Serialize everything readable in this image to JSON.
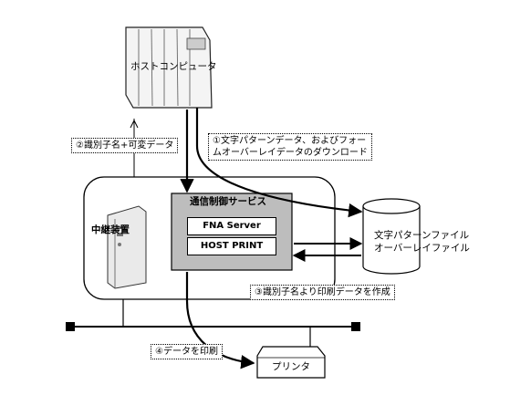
{
  "host": {
    "label": "ホストコンピュータ"
  },
  "relay": {
    "label": "中継装置"
  },
  "service": {
    "title": "通信制御サービス",
    "items": [
      "FNA Server",
      "HOST PRINT"
    ]
  },
  "file": {
    "line1": "文字パターンファイル",
    "line2": "オーバーレイファイル"
  },
  "printer": {
    "label": "プリンタ"
  },
  "steps": {
    "s1_line1": "①文字パターンデータ、およびフォー",
    "s1_line2": "ムオーバーレイデータのダウンロード",
    "s2": "②識別子名+可変データ",
    "s3": "③識別子名より印刷データを作成",
    "s4": "④データを印刷"
  }
}
